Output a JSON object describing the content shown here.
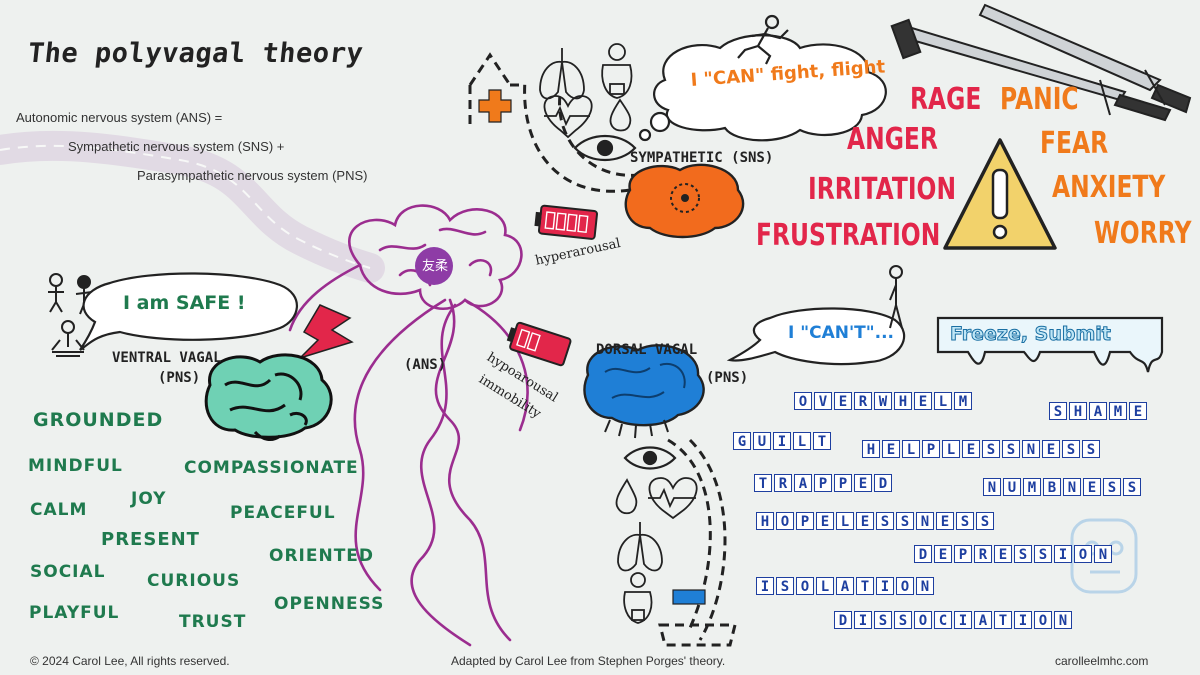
{
  "title": "The polyvagal theory",
  "ans_definition": {
    "line1": "Autonomic nervous system (ANS) =",
    "line2": "Sympathetic nervous system (SNS) +",
    "line3": "Parasympathetic nervous system (PNS)"
  },
  "ventral": {
    "bubble": "I am SAFE !",
    "label_line1": "VENTRAL VAGAL",
    "label_line2": "(PNS)",
    "states": [
      "GROUNDED",
      "MINDFUL",
      "COMPASSIONATE",
      "CALM",
      "JOY",
      "PEACEFUL",
      "PRESENT",
      "ORIENTED",
      "SOCIAL",
      "CURIOUS",
      "PLAYFUL",
      "TRUST",
      "OPENNESS"
    ]
  },
  "ans_label": "(ANS)",
  "sympathetic": {
    "bubble": "I \"CAN\" fight, flight",
    "label": "SYMPATHETIC (SNS)",
    "battery_label": "hyperarousal",
    "red_states": [
      "RAGE",
      "ANGER",
      "IRRITATION",
      "FRUSTRATION"
    ],
    "orange_states": [
      "PANIC",
      "FEAR",
      "ANXIETY",
      "WORRY"
    ]
  },
  "dorsal": {
    "bubble": "I \"CAN'T\"...",
    "label_line1": "DORSAL VAGAL",
    "label_line2": "(PNS)",
    "battery_label_line1": "hypoarousal",
    "battery_label_line2": "immobility",
    "freeze_label": "Freeze, Submit",
    "states": [
      "OVERWHELM",
      "SHAME",
      "GUILT",
      "HELPLESSNESS",
      "TRAPPED",
      "NUMBNESS",
      "HOPELESSNESS",
      "DEPRESSION",
      "ISOLATION",
      "DISSOCIATION"
    ]
  },
  "logo_text": "友柔",
  "footer": {
    "copyright": "© 2024 Carol Lee, All rights reserved.",
    "adapted": "Adapted by Carol Lee from Stephen Porges' theory.",
    "website": "carolleelmhc.com"
  },
  "colors": {
    "green": "#1f7a4e",
    "red": "#e2264a",
    "orange": "#f07a1b",
    "blue": "#1e3fa0",
    "teal_brain": "#6fd1b4",
    "orange_brain": "#f26b1d",
    "blue_brain": "#1f7fd6",
    "purple_nerve": "#9b2d8f",
    "warning_yellow": "#f2d26b"
  },
  "icons": [
    "meditating-person-icon",
    "two-people-icon",
    "lightning-icon",
    "running-person-icon",
    "lungs-icon",
    "heart-icon",
    "eye-icon",
    "drop-icon",
    "stomach-icon",
    "battery-icon",
    "swords-icon",
    "warning-icon",
    "standing-person-icon",
    "arrow-up-icon",
    "arrow-down-icon",
    "plus-icon",
    "minus-icon"
  ]
}
